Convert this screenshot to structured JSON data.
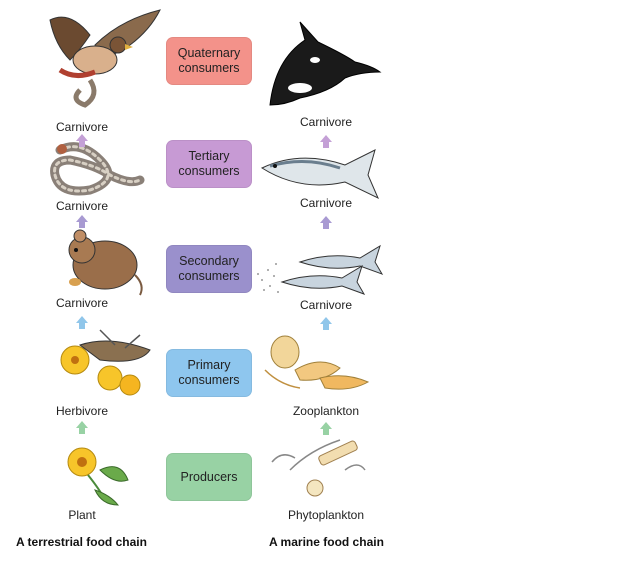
{
  "levels": [
    {
      "label": "Quaternary\nconsumers",
      "color": "#f3928a"
    },
    {
      "label": "Tertiary\nconsumers",
      "color": "#c79ad4"
    },
    {
      "label": "Secondary\nconsumers",
      "color": "#9a90cc"
    },
    {
      "label": "Primary\nconsumers",
      "color": "#8ec6ee"
    },
    {
      "label": "Producers",
      "color": "#98d2a4"
    }
  ],
  "terrestrial": {
    "caption": "A terrestrial food chain",
    "labels": [
      "Carnivore",
      "Carnivore",
      "Carnivore",
      "Herbivore",
      "Plant"
    ]
  },
  "marine": {
    "caption": "A marine food chain",
    "labels": [
      "Carnivore",
      "Carnivore",
      "Carnivore",
      "Zooplankton",
      "Phytoplankton"
    ]
  },
  "arrow_colors": [
    "#c4a0d6",
    "#a89ad2",
    "#90c6ea",
    "#98d2a4"
  ]
}
